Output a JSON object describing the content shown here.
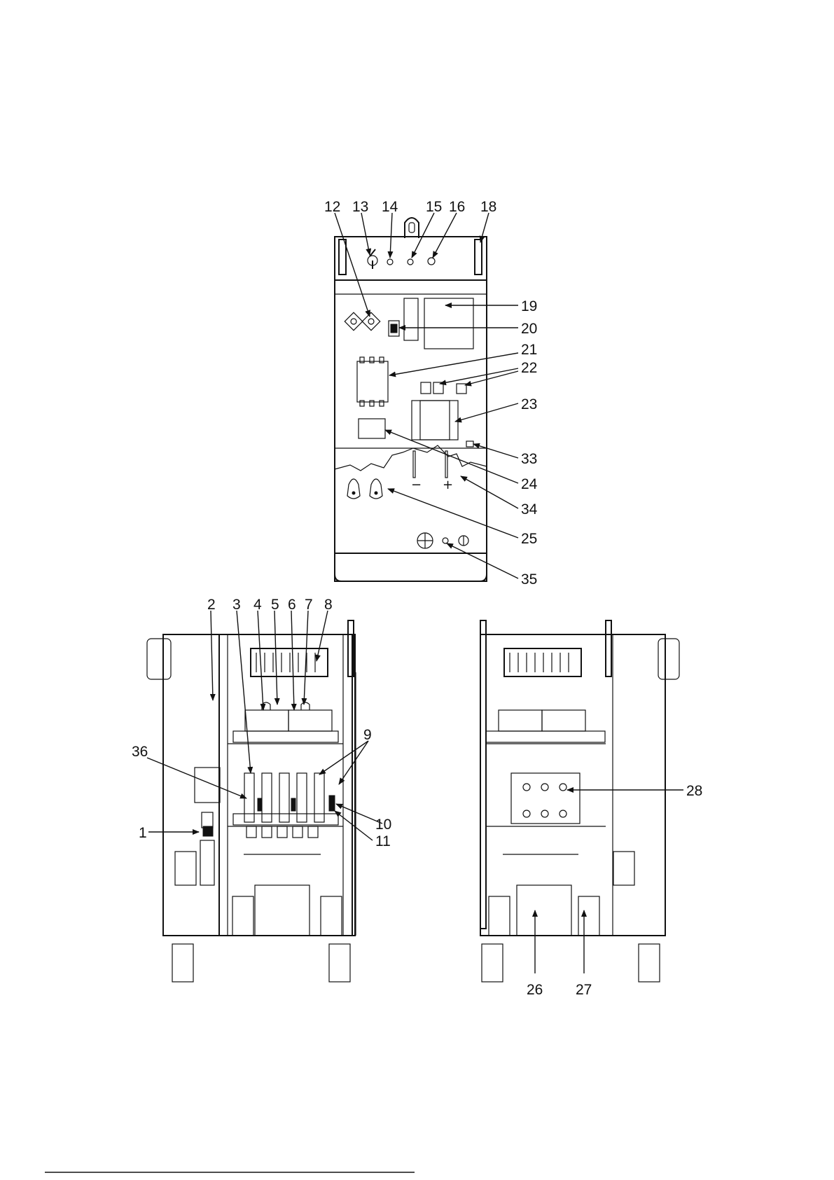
{
  "figure": {
    "views": [
      "front-panel-view",
      "left-interior-view",
      "right-interior-view"
    ]
  },
  "polarity": {
    "minus": "−",
    "plus": "+"
  },
  "callouts": {
    "top": [
      "12",
      "13",
      "14",
      "15",
      "16",
      "18"
    ],
    "right_front": [
      "19",
      "20",
      "21",
      "22",
      "23",
      "33",
      "24",
      "34",
      "25",
      "35"
    ],
    "left_top": [
      "2",
      "3",
      "4",
      "5",
      "6",
      "7",
      "8"
    ],
    "left_side": [
      "36",
      "1"
    ],
    "left_right": [
      "9",
      "10",
      "11"
    ],
    "right_view": [
      "28",
      "26",
      "27"
    ]
  }
}
